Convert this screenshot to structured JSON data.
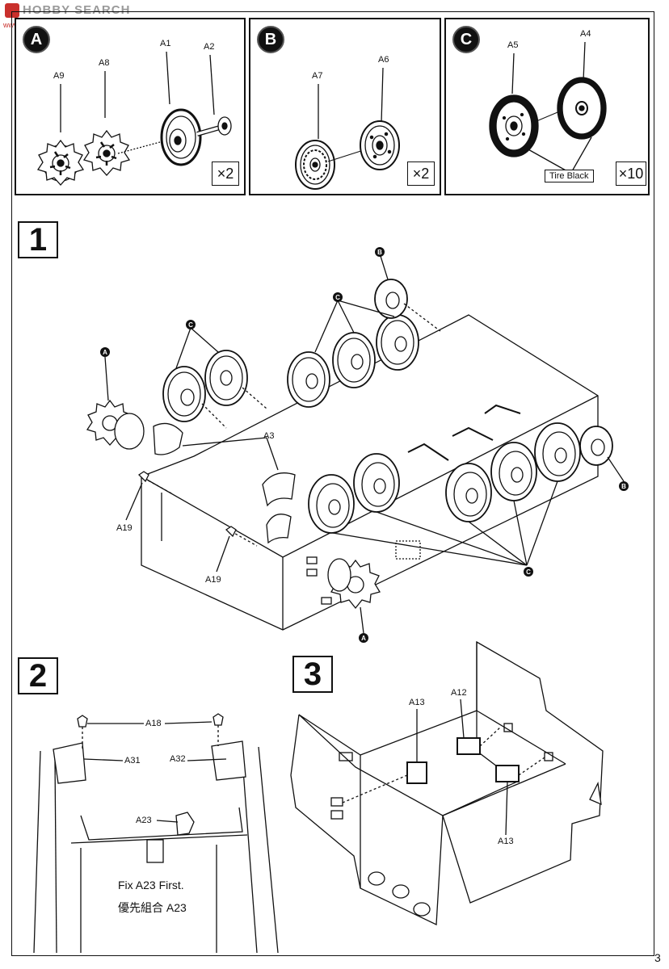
{
  "watermark": "HOBBY SEARCH",
  "watermark_site": "www.sbhou.com",
  "page_number": "3",
  "sub_assemblies": [
    {
      "badge": "A",
      "parts": [
        "A9",
        "A8",
        "A1",
        "A2"
      ],
      "multiplier": "×2"
    },
    {
      "badge": "B",
      "parts": [
        "A7",
        "A6"
      ],
      "multiplier": "×2"
    },
    {
      "badge": "C",
      "parts": [
        "A5",
        "A4"
      ],
      "multiplier": "×10",
      "paint_note": "Tire Black"
    }
  ],
  "step1": {
    "number": "1",
    "callouts": [
      "A",
      "B",
      "C",
      "C",
      "C",
      "A",
      "B",
      "C"
    ],
    "parts": [
      "A3",
      "A19",
      "A19"
    ]
  },
  "step2": {
    "number": "2",
    "parts": [
      "A18",
      "A31",
      "A32",
      "A23"
    ],
    "note_en": "Fix A23 First.",
    "note_zh": "優先組合 A23"
  },
  "step3": {
    "number": "3",
    "parts": [
      "A13",
      "A12",
      "A13"
    ]
  }
}
